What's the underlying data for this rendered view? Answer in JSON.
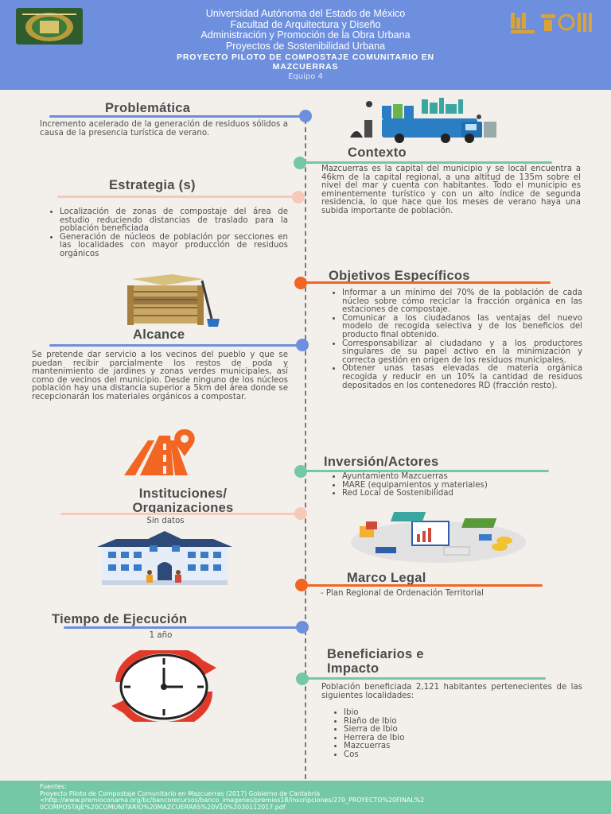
{
  "header": {
    "lines": [
      "Universidad Autónoma del Estado de México",
      "Facultad de Arquitectura y Diseño",
      "Administración y Promoción de la Obra Urbana",
      "Proyectos de Sostenibilidad Urbana"
    ],
    "project_title_1": "PROYECTO PILOTO DE COMPOSTAJE COMUNITARIO EN",
    "project_title_2": "MAZCUERRAS",
    "team": "Equipo 4"
  },
  "problematica": {
    "title": "Problemática",
    "text": "Incremento acelerado de la generación de residuos sólidos a causa de la presencia turística de verano."
  },
  "contexto": {
    "title": "Contexto",
    "text": "Mazcuerras es la capital del municipio y se local encuentra a 46km de la capital regional, a una altitud de 135m sobre el nivel del mar y cuenta con habitantes. Todo el municipio es eminentemente turístico y con un alto índice de segunda residencia, lo que hace que los meses de verano haya una subida importante de población."
  },
  "estrategia": {
    "title": "Estrategia (s)",
    "items": [
      "Localización de zonas de compostaje del área de estudio reduciendo distancias de traslado para la población beneficiada",
      "Generación de núcleos de población por secciones en las localidades con mayor producción de residuos orgánicos"
    ]
  },
  "objetivos": {
    "title": "Objetivos Específicos",
    "items": [
      "Informar a un mínimo del 70% de la población de cada núcleo sobre cómo reciclar la fracción orgánica en las estaciones de compostaje.",
      "Comunicar a los ciudadanos las ventajas del nuevo modelo de recogida selectiva y de los beneficios del producto final obtenido.",
      "Corresponsabilizar al ciudadano y a los productores singulares de su papel activo en la minimización y correcta gestión en origen de los residuos municipales.",
      "Obtener unas tasas elevadas de materia orgánica recogida y reducir en un 10% la cantidad de residuos depositados en los contenedores RD (fracción resto)."
    ]
  },
  "alcance": {
    "title": "Alcance",
    "text": "Se pretende dar servicio a los vecinos del pueblo y que se puedan recibir parcialmente los restos de poda y mantenimiento de jardines y zonas verdes municipales, así como de vecinos del municipio. Desde ninguno de los núcleos población hay una distancia superior a 5km del área donde se recepcionarán los materiales orgánicos a compostar."
  },
  "inversion": {
    "title": "Inversión/Actores",
    "items": [
      "Ayuntamiento Mazcuerras",
      "MARE (equipamientos y materiales)",
      "Red Local de Sostenibilidad"
    ]
  },
  "instituciones": {
    "title_1": "Instituciones/",
    "title_2": "Organizaciones",
    "text": "Sin datos"
  },
  "marco": {
    "title": "Marco Legal",
    "text": "- Plan Regional de Ordenación Territorial"
  },
  "tiempo": {
    "title": "Tiempo de Ejecución",
    "text": "1 año"
  },
  "beneficiarios": {
    "title_1": "Beneficiarios e",
    "title_2": "Impacto",
    "text": "Población beneficiada 2,121 habitantes pertenecientes de las siguientes localidades:",
    "items": [
      "Ibio",
      "Riaño de Ibio",
      "Sierra de Ibio",
      "Herrera de Ibio",
      "Mazcuerras",
      "Cos"
    ]
  },
  "footer": {
    "label": "Fuentes:",
    "line1": "Proyecto Piloto de Compostaje Comunitario en Mazcuerras (2017) Gobierno de Cantabria",
    "line2": "<http://www.premioconama.org/bc/bancorecursos/banco_imagenes/premios18/inscripciones/270_PROYECTO%20FINAL%2",
    "line3": "0COMPOSTAJE%20COMUNITARIO%20MAZCUERRAS%20V10%2030112017.pdf"
  },
  "colors": {
    "header": "#6d8fde",
    "footer": "#74c8a5",
    "blue_dot": "#6d8fde",
    "orange": "#f26522",
    "green": "#74c8a5",
    "peach": "#f6c9b8"
  }
}
